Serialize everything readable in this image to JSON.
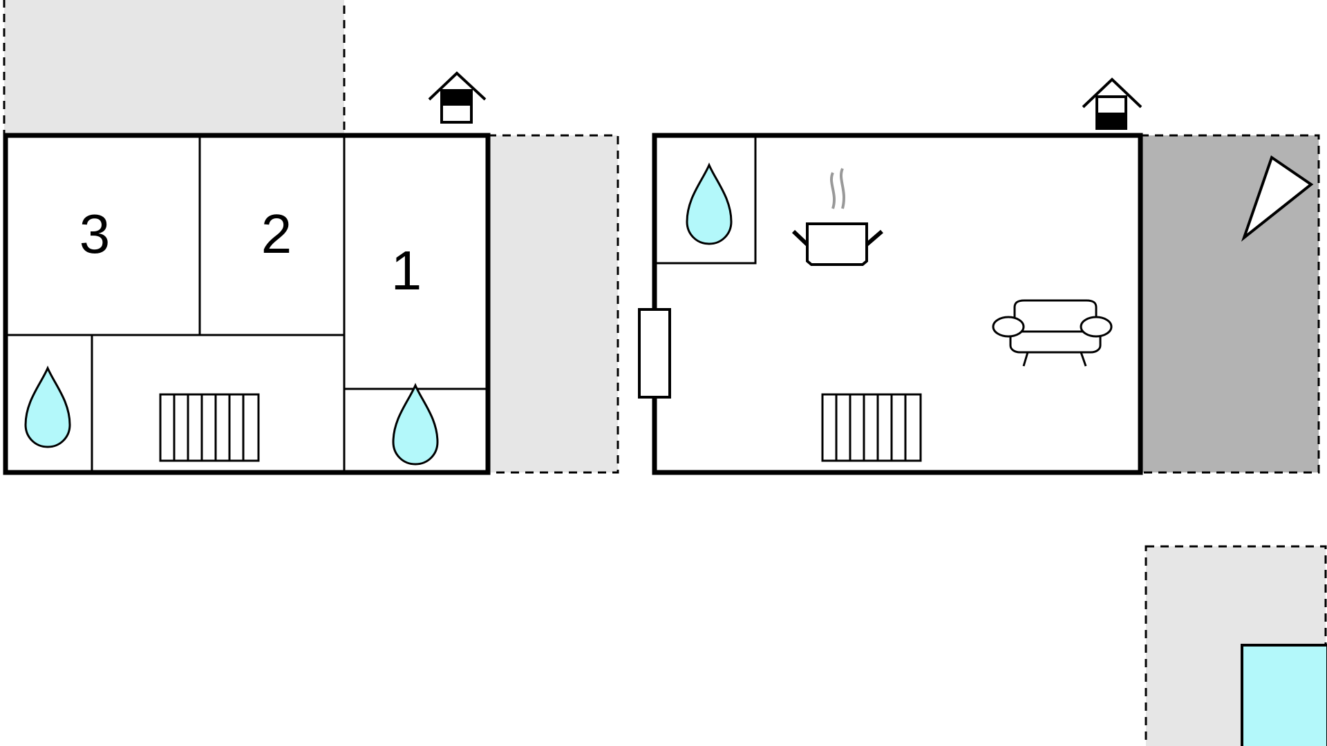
{
  "colors": {
    "wall": "#000000",
    "outdoor_area": "#e6e6e6",
    "covered_terrace": "#b3b3b3",
    "water": "#b3f8fa",
    "pool": "#b3f8fa"
  },
  "rooms": {
    "bedroom_3": "3",
    "bedroom_2": "2",
    "bedroom_1": "1"
  },
  "icons": [
    "water-drop-icon",
    "heater-icon",
    "cooking-pot-icon",
    "sofa-icon",
    "chimney-icon",
    "terrace-direction-icon",
    "door-icon",
    "pool-icon"
  ]
}
